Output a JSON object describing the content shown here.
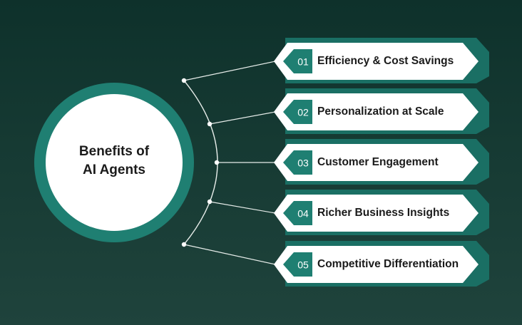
{
  "center": {
    "title_line1": "Benefits of",
    "title_line2": "AI Agents"
  },
  "items": [
    {
      "number": "01",
      "label": "Efficiency & Cost Savings"
    },
    {
      "number": "02",
      "label": "Personalization at Scale"
    },
    {
      "number": "03",
      "label": "Customer Engagement"
    },
    {
      "number": "04",
      "label": "Richer Business Insights"
    },
    {
      "number": "05",
      "label": "Competitive Differentiation"
    }
  ],
  "colors": {
    "background_top": "#0e312b",
    "background_bottom": "#1f433c",
    "accent": "#1f7f72",
    "accent_dark": "#17685d",
    "card": "#ffffff",
    "text": "#1a1a1a"
  }
}
